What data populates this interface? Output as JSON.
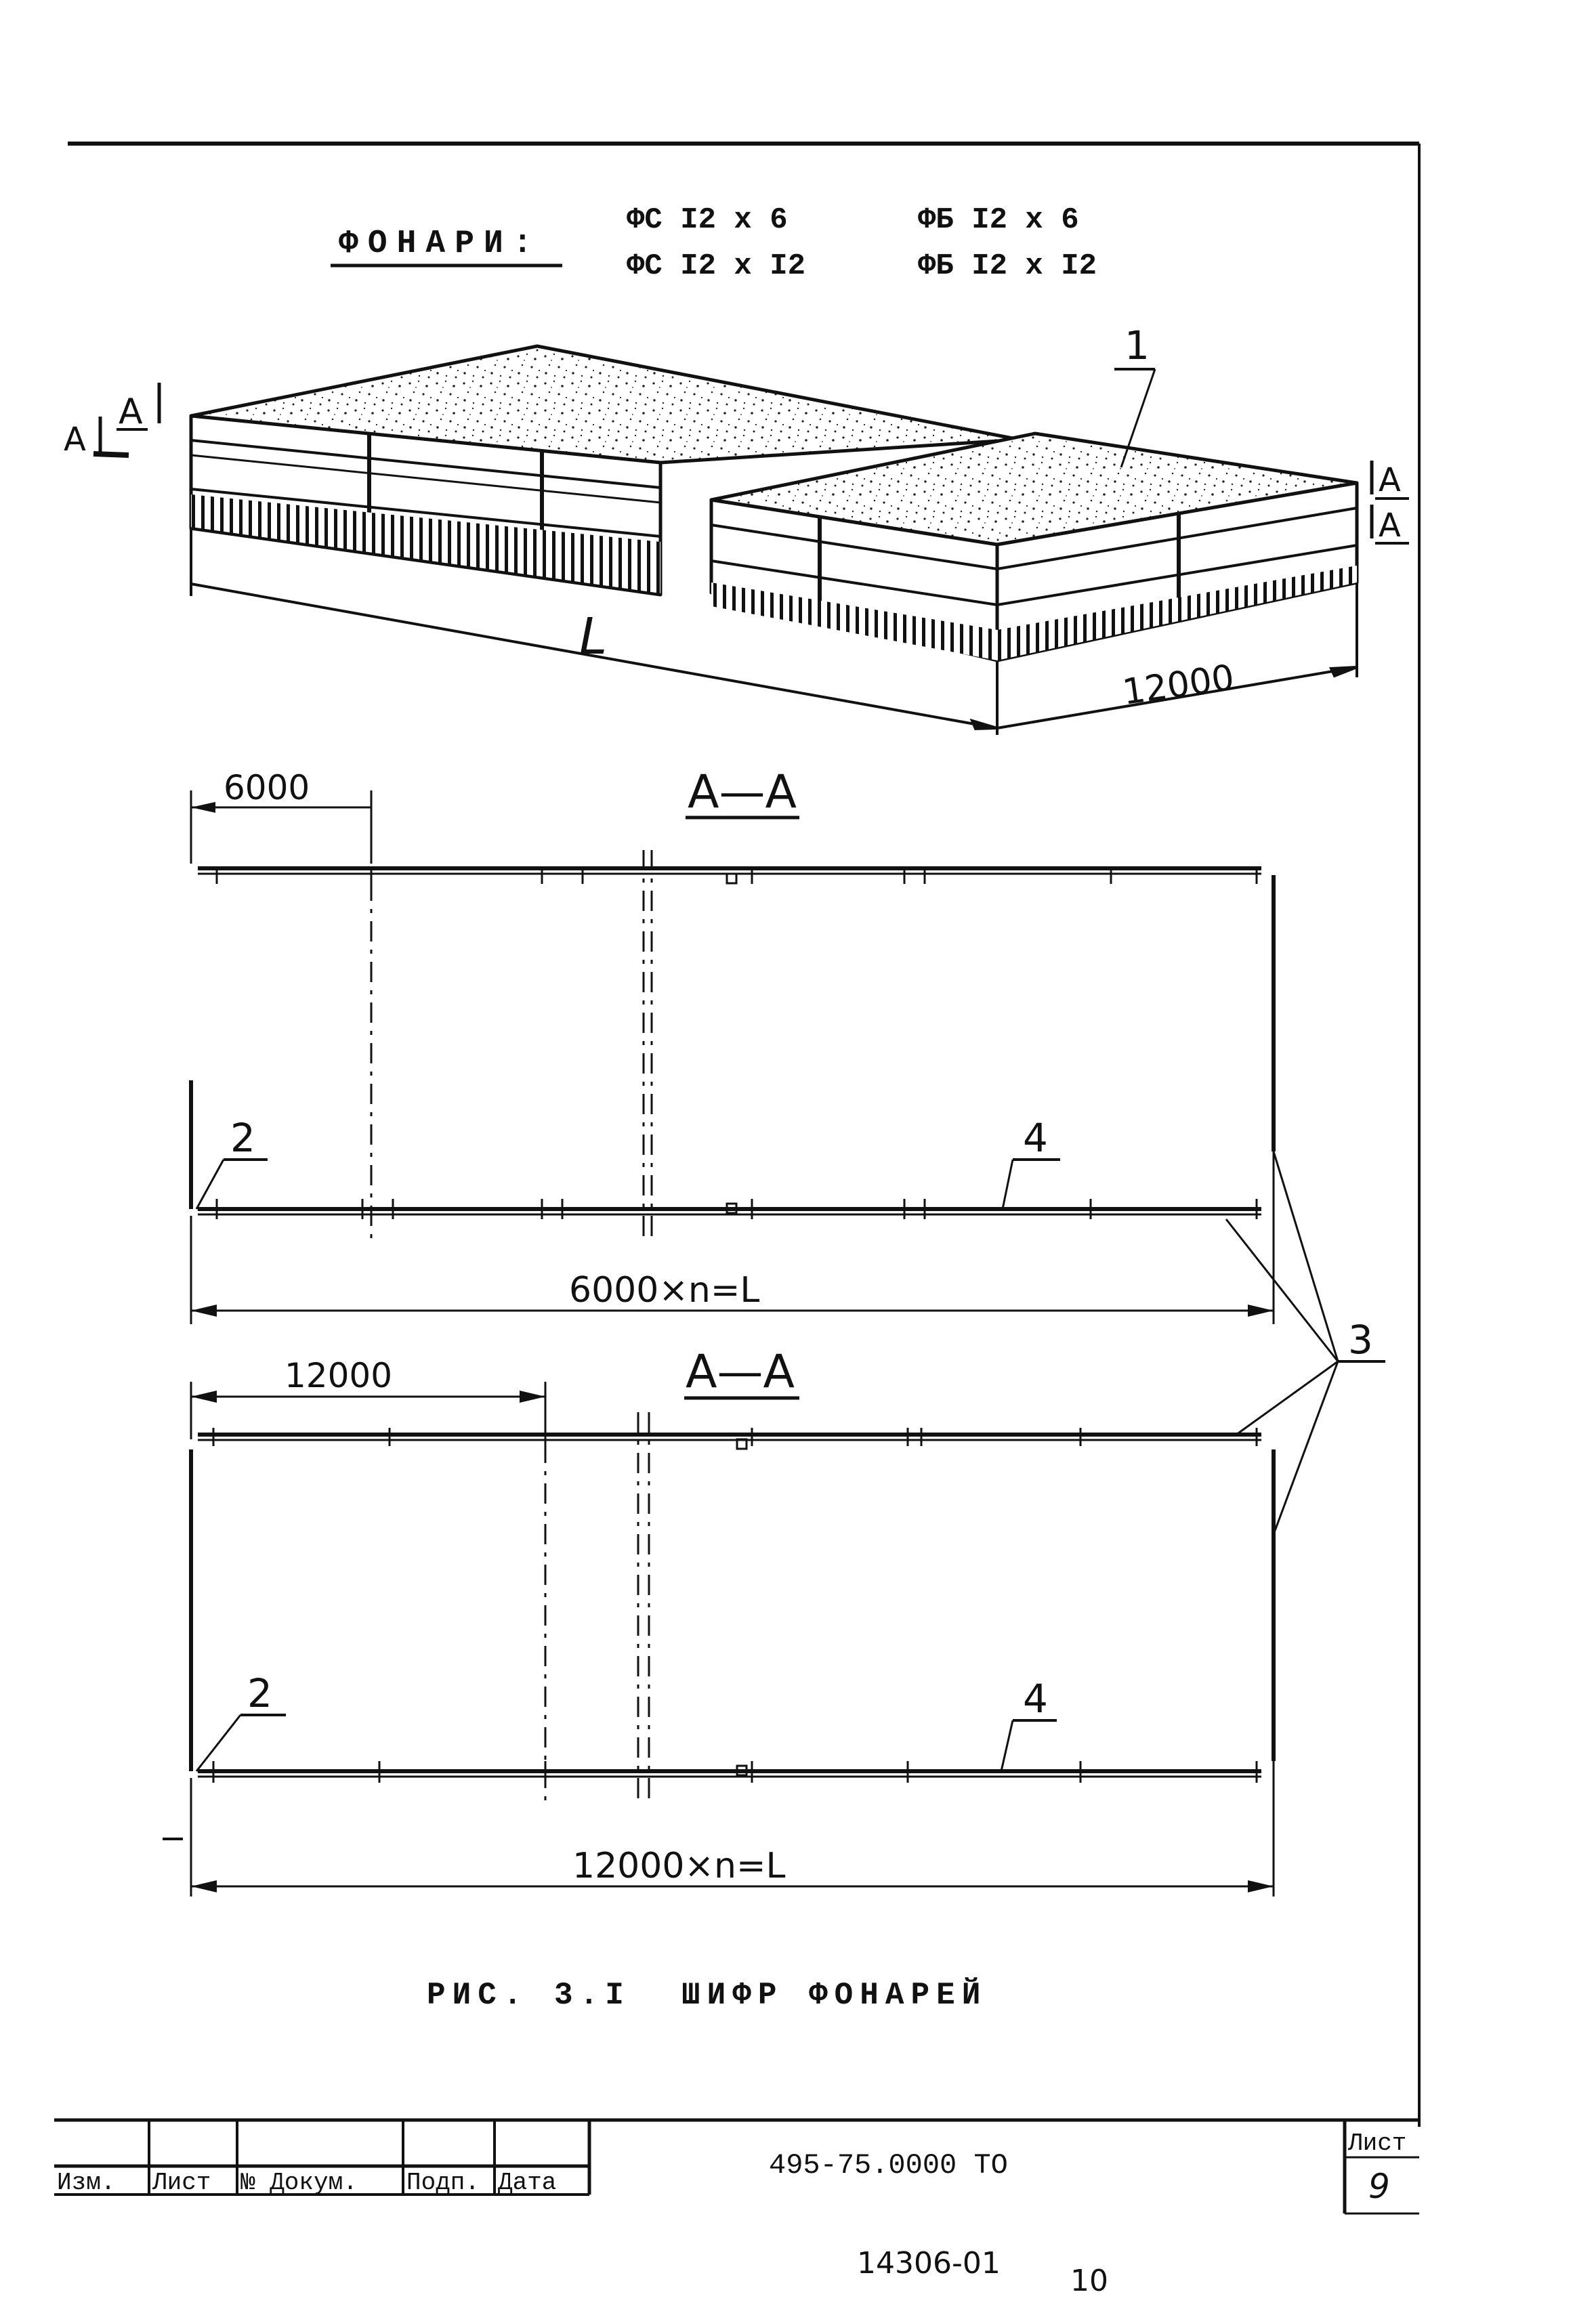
{
  "header": {
    "label": "ФОНАРИ:",
    "codes": [
      "ФС I2 x 6",
      "ФБ I2 x 6",
      "ФС I2 x I2",
      "ФБ I2 x I2"
    ]
  },
  "iso_view": {
    "section_mark_left": "А",
    "section_mark_left2": "А",
    "section_marks_right": [
      "А",
      "А"
    ],
    "callout_1": "1",
    "dim_length": "L",
    "dim_width": "12000"
  },
  "plan_top": {
    "section_title": "А—А",
    "span_dim": "6000",
    "total_dim": "6000×n=L",
    "callout_2": "2",
    "callout_4": "4"
  },
  "plan_bottom": {
    "section_title": "А—А",
    "span_dim": "12000",
    "total_dim": "12000×n=L",
    "callout_2": "2",
    "callout_4": "4"
  },
  "shared_callout_3": "3",
  "caption": "РИС. 3.I  ШИФР ФОНАРЕЙ",
  "title_block": {
    "col_labels": [
      "Изм.",
      "Лист",
      "№ Докум.",
      "Подп.",
      "Дата"
    ],
    "doc_code": "495-75.0000 ТО",
    "sheet_label": "Лист",
    "sheet_number": "9"
  },
  "footer": {
    "archive_number": "14306-01",
    "page_number": "10"
  }
}
